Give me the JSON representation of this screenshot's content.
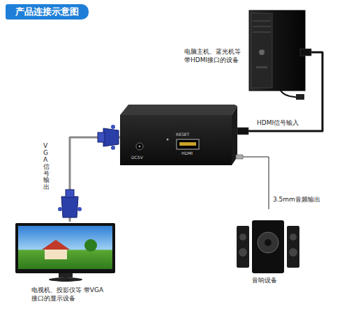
{
  "diagram": {
    "title": "产品连接示意图",
    "nodes": [
      {
        "text": [
          "电脑主机、蓝光机等 带HDMI接口的设备"
        ]
      },
      {
        "text": [
          "RESET",
          "HDMI",
          "DC5V"
        ]
      },
      {
        "text": [
          "电视机、投影仪等 带VGA接口的显示设备"
        ]
      },
      {
        "text": [
          "音响设备"
        ]
      }
    ],
    "edges": [
      {
        "from": 0,
        "to": 1,
        "arrow": "none",
        "label": "HDMI信号输入"
      },
      {
        "from": 1,
        "to": 2,
        "arrow": "none",
        "label": "VGA信号输出"
      },
      {
        "from": 1,
        "to": 3,
        "arrow": "none",
        "label": "3.5mm音频输出"
      }
    ]
  }
}
